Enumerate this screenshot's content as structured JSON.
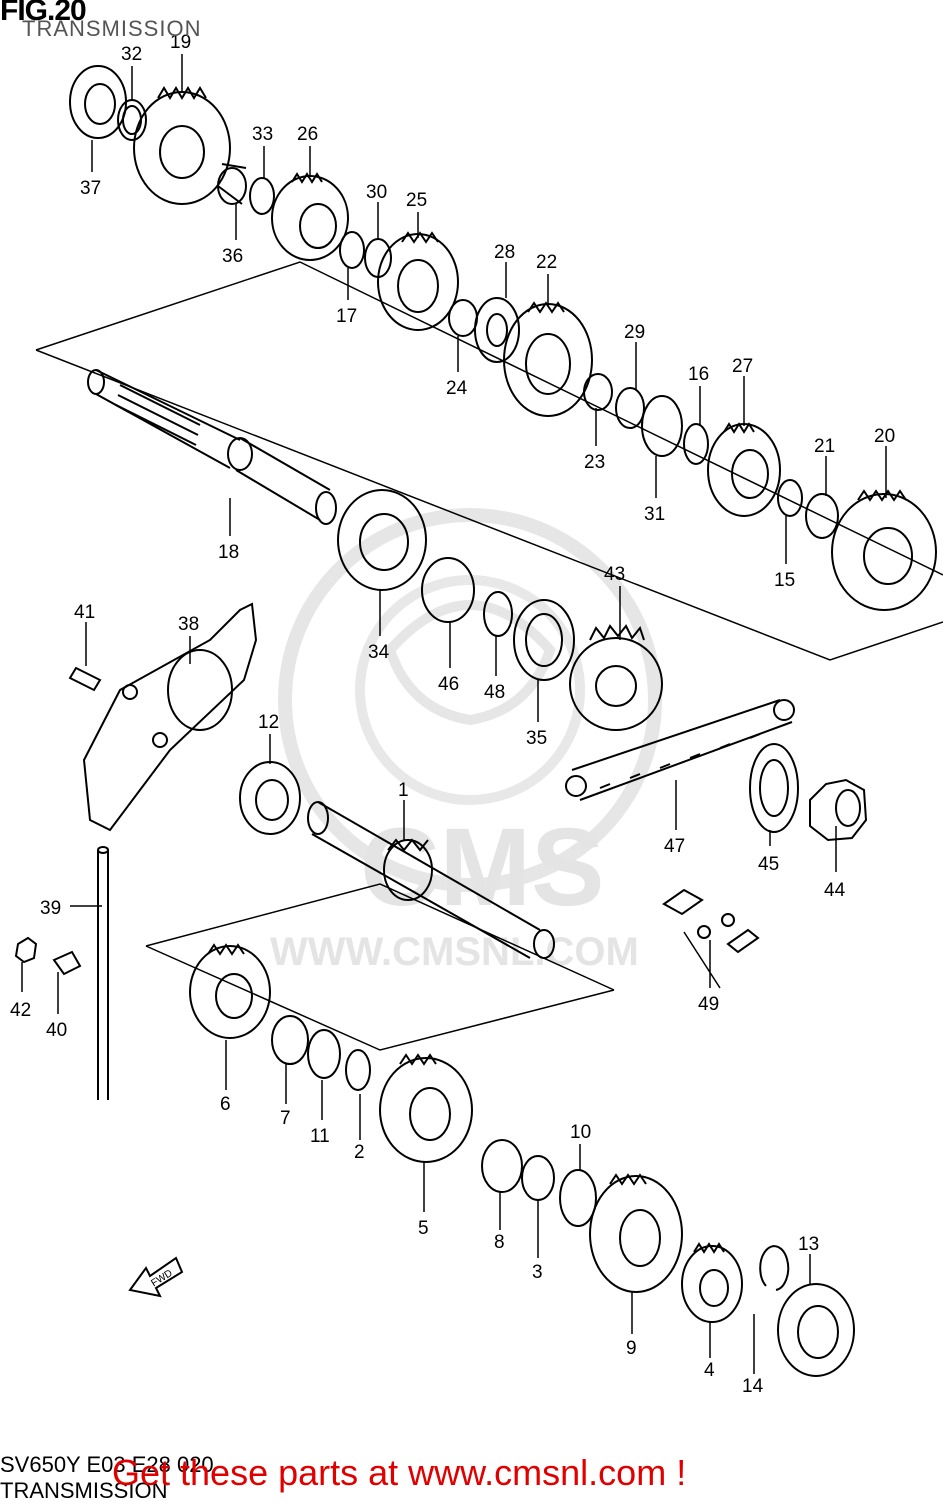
{
  "header": {
    "figure": "FIG.20",
    "title": "TRANSMISSION"
  },
  "footer": {
    "model_code": "SV650Y E03 E28 020",
    "section": "TRANSMISSION",
    "promo": "Get these parts at www.cmsnl.com !"
  },
  "watermark": {
    "brand": "CMS",
    "url": "WWW.CMSNL.COM"
  },
  "direction_arrow": "FWD",
  "callouts": [
    "1",
    "2",
    "3",
    "4",
    "5",
    "6",
    "7",
    "8",
    "9",
    "10",
    "11",
    "12",
    "13",
    "14",
    "15",
    "16",
    "17",
    "18",
    "19",
    "20",
    "21",
    "22",
    "23",
    "24",
    "25",
    "26",
    "27",
    "28",
    "29",
    "30",
    "31",
    "32",
    "33",
    "34",
    "35",
    "36",
    "37",
    "38",
    "39",
    "40",
    "41",
    "42",
    "43",
    "44",
    "45",
    "46",
    "47",
    "48",
    "49"
  ],
  "colors": {
    "line": "#000000",
    "watermark": "#e4e4e4",
    "promo": "#e00000"
  }
}
